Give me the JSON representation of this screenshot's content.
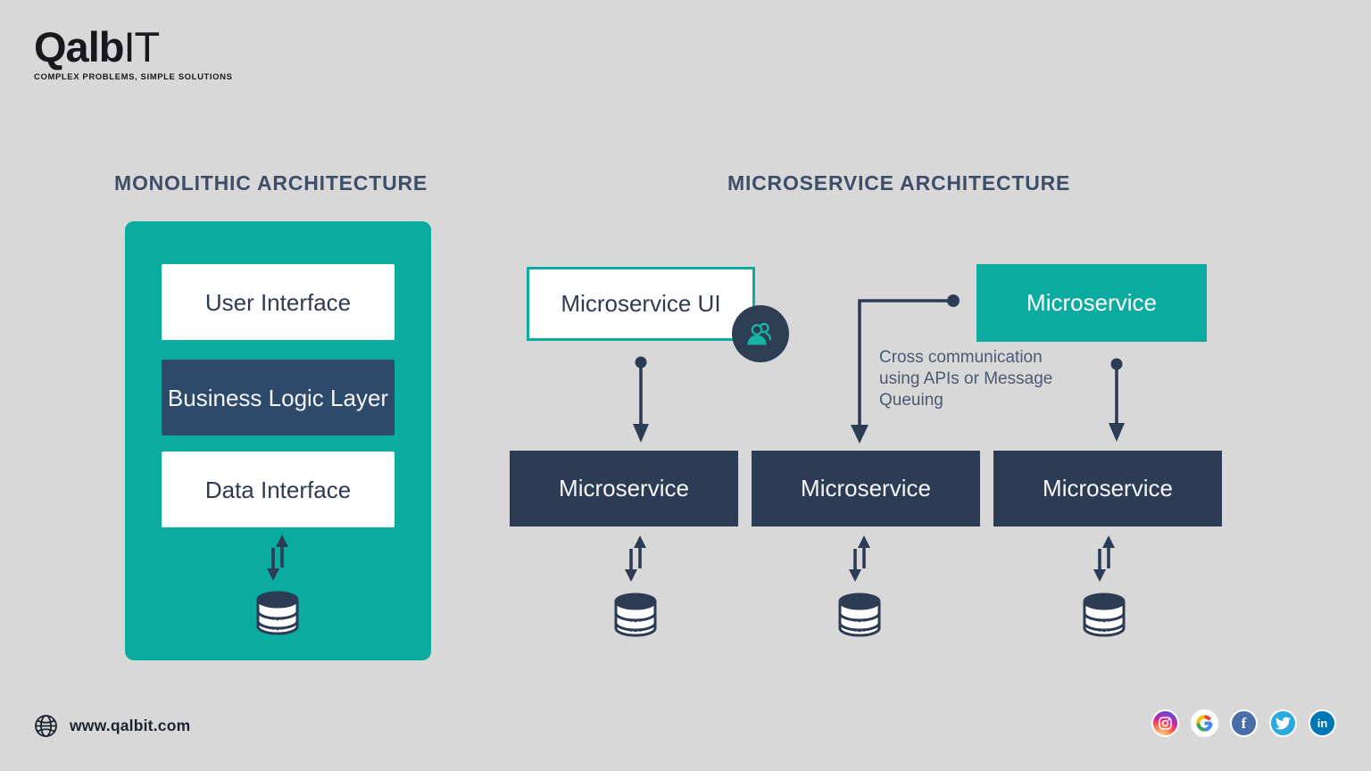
{
  "brand": {
    "logo_main": "Qalb",
    "logo_suffix": "IT",
    "tagline": "COMPLEX PROBLEMS, SIMPLE SOLUTIONS",
    "website": "www.qalbit.com"
  },
  "headings": {
    "left": "MONOLITHIC ARCHITECTURE",
    "right": "MICROSERVICE ARCHITECTURE"
  },
  "monolith": {
    "layers": [
      {
        "label": "User Interface",
        "style": "light"
      },
      {
        "label": "Business Logic Layer",
        "style": "dark"
      },
      {
        "label": "Data Interface",
        "style": "light"
      }
    ]
  },
  "micro": {
    "ui_box": "Microservice UI",
    "top_service": "Microservice",
    "bottom_services": [
      "Microservice",
      "Microservice",
      "Microservice"
    ],
    "annotation": "Cross communication using APIs or Message Queuing"
  },
  "icons": {
    "database": "database-icon",
    "bidirectional_arrow": "bidirectional-arrow-icon",
    "down_arrow": "down-arrow-icon",
    "elbow_arrow": "elbow-arrow-icon",
    "users": "users-icon",
    "globe": "globe-icon"
  },
  "social": [
    {
      "name": "instagram"
    },
    {
      "name": "google"
    },
    {
      "name": "facebook"
    },
    {
      "name": "twitter"
    },
    {
      "name": "linkedin"
    }
  ],
  "colors": {
    "background": "#d8d8d8",
    "teal": "#0cab9f",
    "navy_box": "#2d3c55",
    "business_logic_navy": "#2e4a6b",
    "heading": "#3e4e68",
    "text_dark": "#2e3b52",
    "annotation": "#4b5a70"
  }
}
